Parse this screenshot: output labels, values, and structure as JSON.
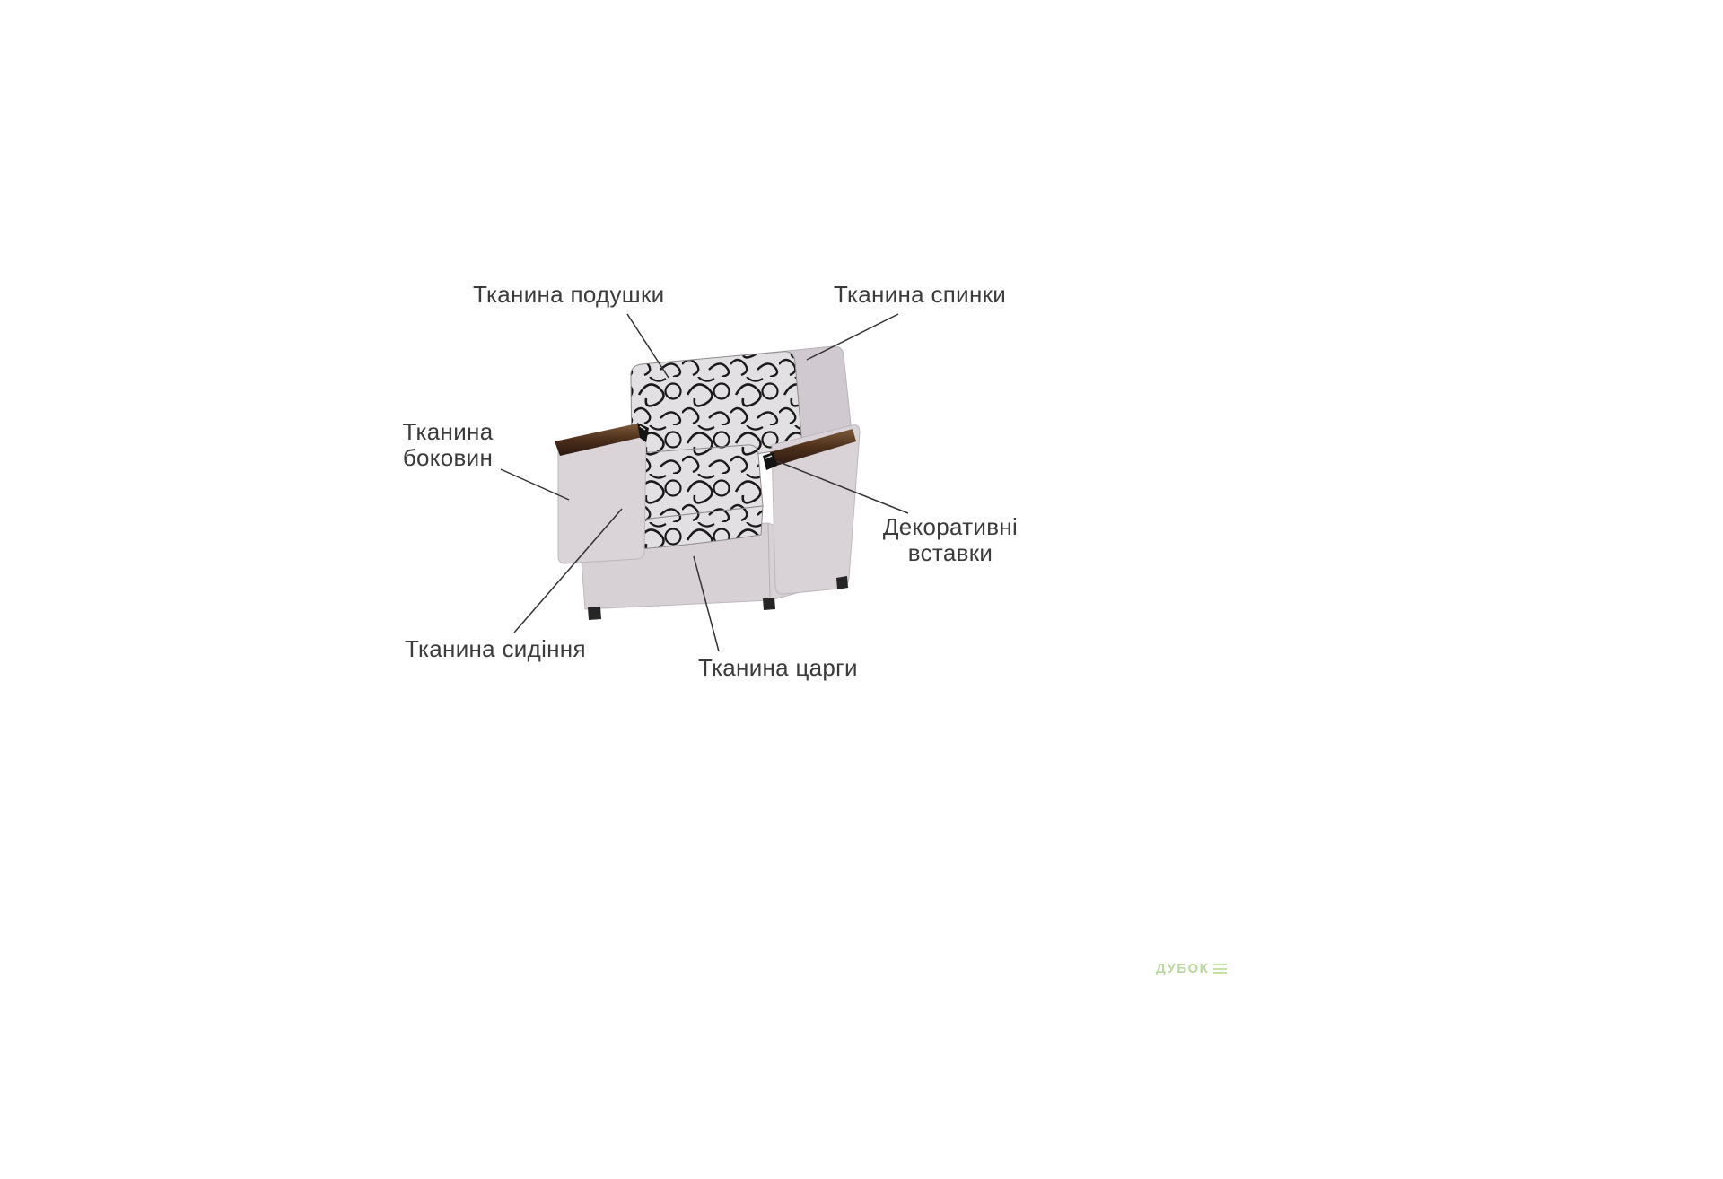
{
  "diagram": {
    "subject": "armchair-parts-diagram",
    "labels": {
      "cushion": "Тканина подушки",
      "back": "Тканина спинки",
      "side": [
        "Тканина",
        "боковин"
      ],
      "decor": [
        "Декоративні",
        "вставки"
      ],
      "seat": "Тканина сидіння",
      "tsarga": "Тканина царги"
    },
    "watermark": "ДУБОК",
    "colors": {
      "background": "#ffffff",
      "label_text": "#3b3b3b",
      "connector_line": "#333333",
      "chair_body": "#d7d1d6",
      "fabric_pattern_bg": "#e2e0e2",
      "fabric_pattern_ink": "#1a1a1a",
      "wood_insert": "#4c2f1b",
      "gloss_cap": "#141414",
      "watermark_green": "#b9d9a1"
    }
  }
}
